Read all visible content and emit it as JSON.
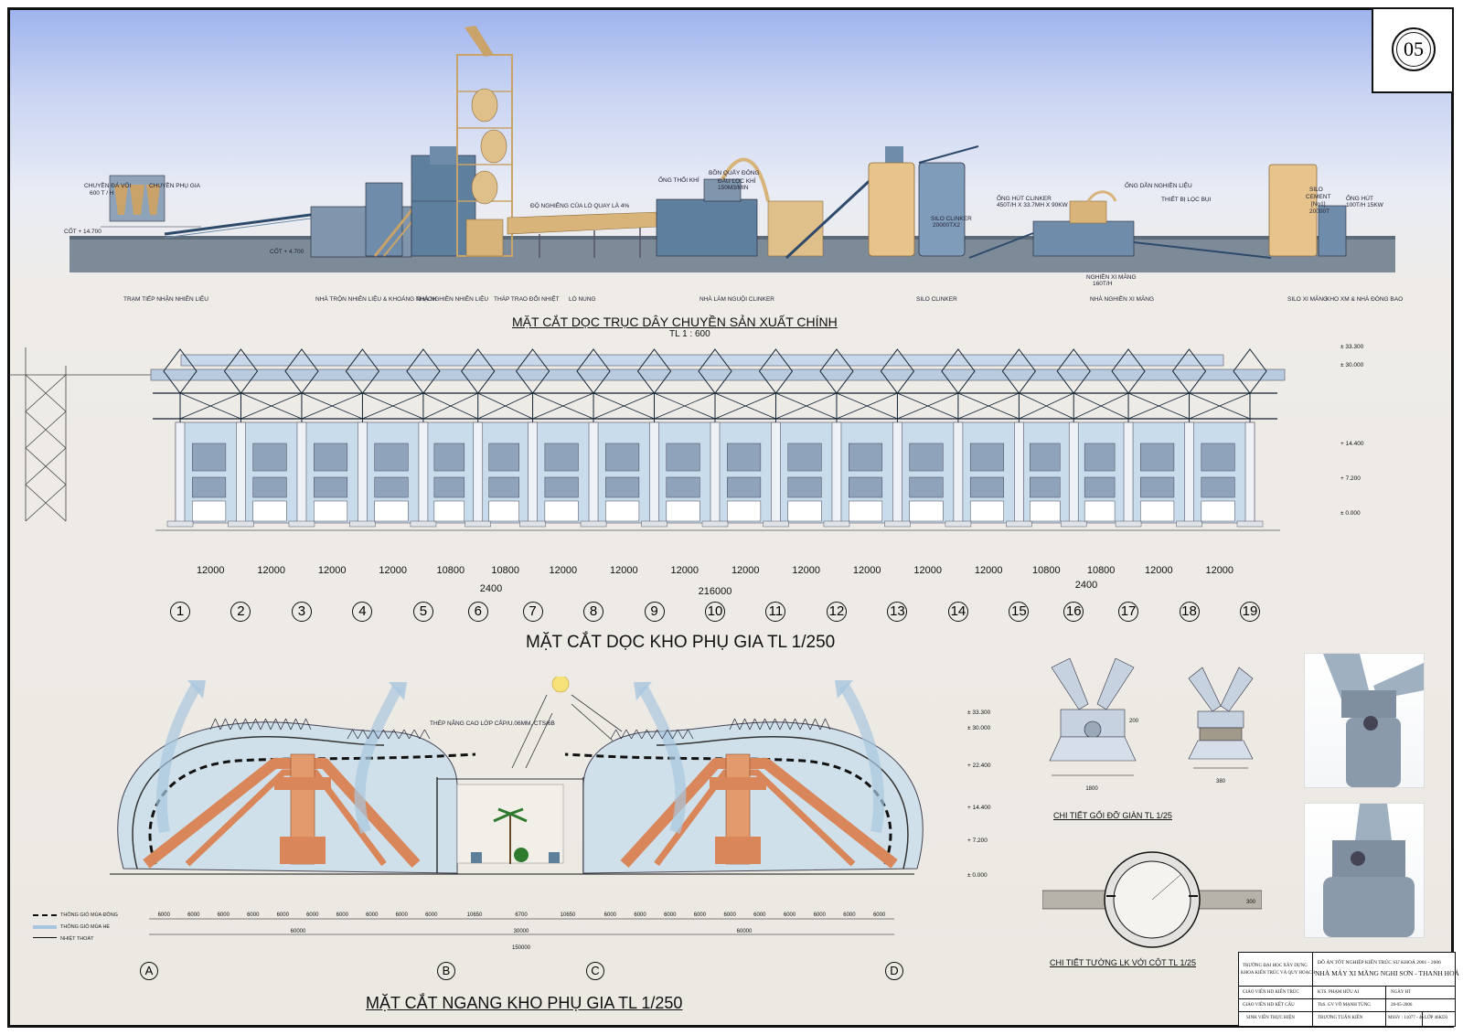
{
  "sheet_number": "05",
  "top_section": {
    "title": "MẶT CẮT DỌC TRỤC DÂY CHUYỀN SẢN XUẤT CHÍNH",
    "scale": "TL 1 : 600",
    "zones": [
      "TRẠM TIẾP NHẬN NHIÊN LIỆU",
      "NHÀ TRỘN NHIÊN LIỆU & KHOÁNG THẠCH",
      "NHÀ NGHIỀN NHIÊN LIỆU",
      "THÁP TRAO ĐỔI NHIỆT",
      "LÒ NUNG",
      "NHÀ LÀM NGUỘI CLINKER",
      "SILO CLINKER",
      "NHÀ NGHIỀN XI MĂNG",
      "SILO XI MĂNG",
      "KHO XM & NHÀ ĐÓNG BAO"
    ],
    "annotations": [
      "CHUYỀN ĐÁ VÔI",
      "600 T / H",
      "CHUYỀN PHỤ GIA",
      "CỐT + 14.700",
      "CỐT + 4.700",
      "ỐNG THỔI KHÍ",
      "BỒN QUẤY ĐÔNG",
      "ĐẦU LỌC KHÍ",
      "150M3/MIN",
      "ĐỘ NGHIÊNG CỦA LÒ QUAY LÀ 4%",
      "SILO CLINKER",
      "20000TX2",
      "ỐNG HÚT CLINKER",
      "450T/H X 33.7MH X 90KW",
      "ỐNG DẪN NGHIỀN LIỆU",
      "THIẾT BỊ LỌC BỤI",
      "NGHIỀN XI MĂNG",
      "160T/H",
      "SILO",
      "CEMENT",
      "[No1]",
      "20000T",
      "ỐNG HÚT",
      "100T/H 15KW"
    ]
  },
  "middle_section": {
    "title": "MẶT CẮT DỌC KHO PHỤ GIA TL 1/250",
    "spans": [
      "12000",
      "12000",
      "12000",
      "12000",
      "10800",
      "10800",
      "12000",
      "12000",
      "12000",
      "12000",
      "12000",
      "12000",
      "12000",
      "12000",
      "10800",
      "10800",
      "12000",
      "12000"
    ],
    "gap_labels": [
      "2400",
      "2400"
    ],
    "total": "216000",
    "axes": [
      "1",
      "2",
      "3",
      "4",
      "5",
      "6",
      "7",
      "8",
      "9",
      "10",
      "11",
      "12",
      "13",
      "14",
      "15",
      "16",
      "17",
      "18",
      "19"
    ],
    "elevations": [
      "± 33.300",
      "± 30.000",
      "+ 14.400",
      "+ 7.200",
      "± 0.000"
    ]
  },
  "bottom_section": {
    "title": "MẶT CẮT NGANG KHO PHỤ GIA TL 1/250",
    "axes": [
      "A",
      "B",
      "C",
      "D"
    ],
    "spans_left": [
      "6000",
      "6000",
      "6000",
      "6000",
      "6000",
      "6000",
      "6000",
      "6000",
      "6000",
      "6000"
    ],
    "spans_mid": [
      "10650",
      "6700",
      "10650"
    ],
    "spans_right": [
      "6000",
      "6000",
      "6000",
      "6000",
      "6000",
      "6000",
      "6000",
      "6000",
      "6000",
      "6000"
    ],
    "sub_totals": [
      "60000",
      "30000",
      "60000"
    ],
    "total": "150000",
    "elevations": [
      "± 33.300",
      "± 30.000",
      "+ 22.400",
      "+ 14.400",
      "+ 7.200",
      "± 0.000"
    ],
    "note": "THÉP NÂNG CAO LỚP CẤP/U.06MM, CTS/6B",
    "legend": [
      "THÔNG GIÓ MÙA ĐÔNG",
      "THÔNG GIÓ MÙA HÈ",
      "NHIỆT THOÁT"
    ]
  },
  "details": {
    "truss_support_title": "CHI TIẾT GỐI ĐỠ GIÀN TL 1/25",
    "wall_column_title": "CHI TIẾT TƯỜNG LK VỚI CỘT TL 1/25",
    "dims": [
      "1800",
      "380",
      "200",
      "300"
    ]
  },
  "title_block": {
    "school": "TRƯỜNG ĐẠI HỌC XÂY DỰNG",
    "faculty": "KHOA KIẾN TRÚC VÀ QUY HOẠCH",
    "project_line": "ĐỒ ÁN TỐT NGHIỆP KIẾN TRÚC SƯ KHOÁ 2001 - 2006",
    "project_name": "NHÀ MÁY XI MĂNG NGHI SƠN - THANH HOÁ",
    "rows": [
      {
        "role": "GIÁO VIÊN HD KIẾN TRÚC",
        "name": "KTS. PHẠM HỮU AI",
        "extra": "NGÀY HT"
      },
      {
        "role": "GIÁO VIÊN HD KẾT CẤU",
        "name": "ThS. GV VÕ MẠNH TÙNG",
        "extra": "28-05-2006"
      },
      {
        "role": "SINH VIÊN THỰC HIỆN",
        "name": "TRƯƠNG TUẤN KIÊN",
        "extra": "MSSV : 11077 - 46",
        "extra2": "LỚP 46KD3"
      }
    ]
  },
  "colors": {
    "steel": "#6f8daa",
    "concrete": "#c9a36a",
    "glass": "#c8dcec",
    "truss": "#123",
    "arch": "#d9865a"
  }
}
